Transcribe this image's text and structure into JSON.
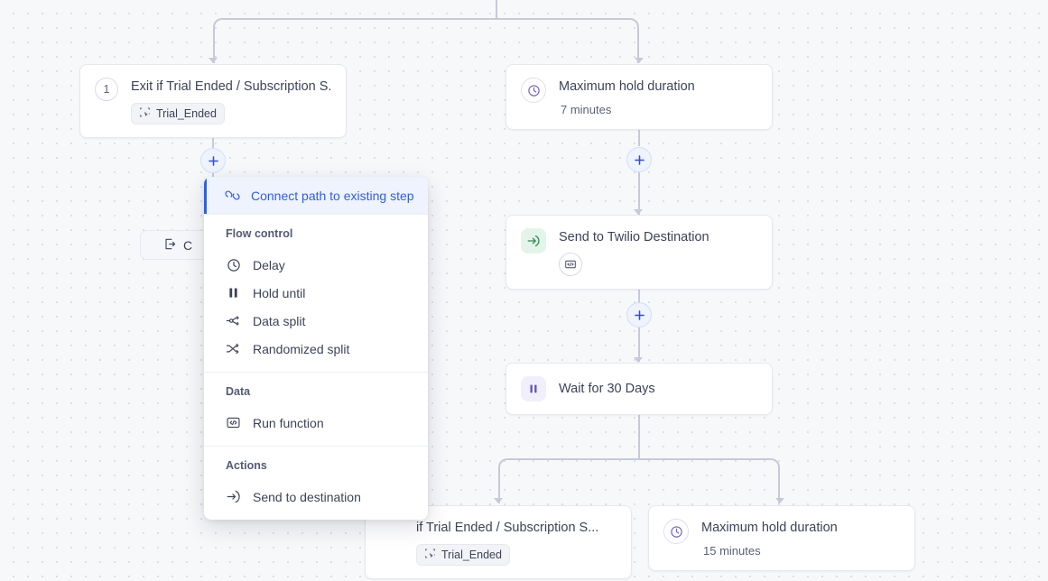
{
  "canvas": {
    "background_color": "#f7f8fa",
    "grid": "dotted"
  },
  "nodes": [
    {
      "id": "exit-trial-top",
      "badge": "1",
      "title": "Exit if Trial Ended / Subscription S...",
      "tag": "Trial_Ended",
      "tag_icon": "selection-cursor-icon"
    },
    {
      "id": "max-hold-top",
      "icon": "clock-icon",
      "title": "Maximum hold duration",
      "subtitle": "7 minutes"
    },
    {
      "id": "send-twilio",
      "icon": "send-arrow-icon",
      "title": "Send to Twilio Destination",
      "badge_icon": "code-icon"
    },
    {
      "id": "wait-30-days",
      "icon": "pause-icon",
      "title": "Wait for 30 Days"
    },
    {
      "id": "exit-trial-bottom",
      "title": "if Trial Ended / Subscription S...",
      "tag": "Trial_Ended"
    },
    {
      "id": "max-hold-bottom",
      "icon": "clock-icon",
      "title": "Maximum hold duration",
      "subtitle": "15 minutes"
    }
  ],
  "occluded_card": {
    "icon": "exit-icon",
    "label": "C"
  },
  "add_buttons": [
    {
      "id": "add-step-left",
      "icon": "plus-icon"
    },
    {
      "id": "add-step-right-top",
      "icon": "plus-icon"
    },
    {
      "id": "add-step-right-bottom",
      "icon": "plus-icon"
    }
  ],
  "menu": {
    "accent_color": "#2f5fe0",
    "highlight": {
      "label": "Connect path to existing step",
      "icon": "link-icon"
    },
    "sections": [
      {
        "label": "Flow control",
        "items": [
          {
            "label": "Delay",
            "icon": "clock-icon"
          },
          {
            "label": "Hold until",
            "icon": "pause-icon"
          },
          {
            "label": "Data split",
            "icon": "data-split-icon"
          },
          {
            "label": "Randomized split",
            "icon": "randomized-split-icon"
          }
        ]
      },
      {
        "label": "Data",
        "items": [
          {
            "label": "Run function",
            "icon": "code-box-icon"
          }
        ]
      },
      {
        "label": "Actions",
        "items": [
          {
            "label": "Send to destination",
            "icon": "send-arrow-icon"
          }
        ]
      }
    ]
  }
}
